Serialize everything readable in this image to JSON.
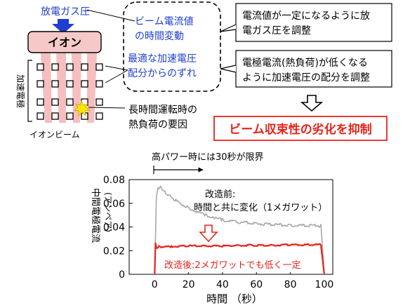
{
  "diagram": {
    "gas_pressure_label": "放電ガス圧",
    "ion_label": "イオン",
    "electrode_label": "加速電極",
    "ion_beam_label": "イオンビーム",
    "heat_cause_line1": "長時間運転時の",
    "heat_cause_line2": "熱負荷の要因",
    "beam_current_line1": "ビーム電流値",
    "beam_current_line2": "の時間変動",
    "voltage_dev_line1": "最適な加速電圧",
    "voltage_dev_line2": "配分からのずれ",
    "adjust_pressure_line1": "電流値が一定になるように放",
    "adjust_pressure_line2": "電ガス圧を調整",
    "adjust_voltage_line1": "電極電流(熱負荷)が低くなる",
    "adjust_voltage_line2": "ように加速電圧の配分を調整",
    "suppress_label": "ビーム収束性の劣化を抑制",
    "colors": {
      "blue": "#1f3fd1",
      "red": "#e8231c",
      "ion_fill": "#f6c9c9",
      "beam": "#f08a8a"
    }
  },
  "chart_data": {
    "type": "line",
    "limit_note": "高パワー時には30秒が限界",
    "xlabel": "時間 （秒）",
    "ylabel_line1": "中間電極電流",
    "ylabel_line2": "(アンペア)",
    "xlim": [
      -15,
      105
    ],
    "ylim": [
      0,
      0.08
    ],
    "xticks": [
      "0",
      "20",
      "40",
      "60",
      "80",
      "100"
    ],
    "yticks": [
      "0",
      "0.02",
      "0.04",
      "0.06",
      "0.08"
    ],
    "series": [
      {
        "name": "改造前:",
        "note": "時間と共に変化（1メガワット）",
        "color": "#a8a8a8",
        "x": [
          0,
          1,
          2,
          3,
          4,
          5,
          6,
          8,
          10,
          12,
          15,
          18,
          20,
          25,
          30,
          35,
          40,
          50,
          60,
          70,
          80,
          90,
          98,
          100
        ],
        "y": [
          0.0,
          0.066,
          0.072,
          0.074,
          0.0725,
          0.071,
          0.0695,
          0.067,
          0.065,
          0.063,
          0.06,
          0.058,
          0.056,
          0.053,
          0.05,
          0.048,
          0.046,
          0.044,
          0.043,
          0.042,
          0.0415,
          0.041,
          0.041,
          0.0
        ]
      },
      {
        "name": "改造後:2メガワットでも低く一定",
        "color": "#e8231c",
        "x": [
          0,
          0.5,
          1,
          2,
          3,
          5,
          10,
          20,
          30,
          40,
          50,
          60,
          70,
          80,
          90,
          98,
          100
        ],
        "y": [
          0.0,
          0.027,
          0.022,
          0.023,
          0.0235,
          0.023,
          0.0235,
          0.024,
          0.024,
          0.024,
          0.0245,
          0.0245,
          0.0245,
          0.025,
          0.025,
          0.025,
          0.0
        ]
      }
    ]
  }
}
